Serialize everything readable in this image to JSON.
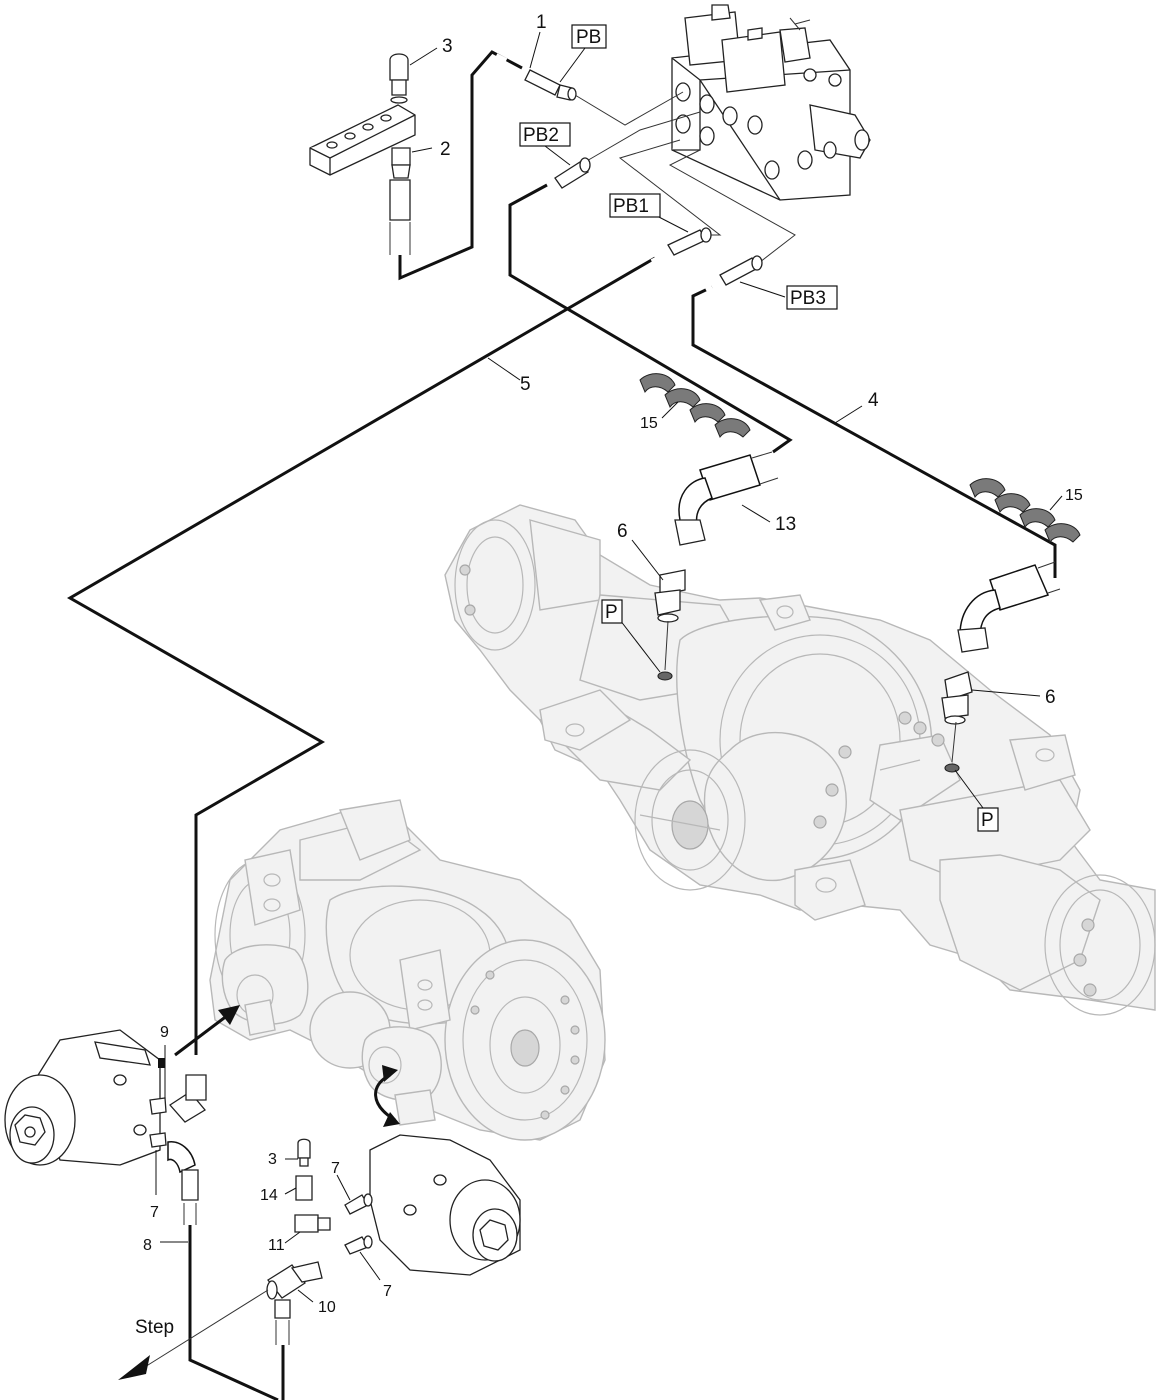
{
  "labels": {
    "n1": "1",
    "n2": "2",
    "n3": "3",
    "n4": "4",
    "n5": "5",
    "n6a": "6",
    "n6b": "6",
    "n7a": "7",
    "n7b": "7",
    "n7c": "7",
    "n8": "8",
    "n9": "9",
    "n10": "10",
    "n11": "11",
    "n13": "13",
    "n14": "14",
    "n15a": "15",
    "n15b": "15",
    "n3b": "3"
  },
  "ports": {
    "pb": "PB",
    "pb1": "PB1",
    "pb2": "PB2",
    "pb3": "PB3",
    "p_left": "P",
    "p_right": "P"
  },
  "step_label": "Step"
}
